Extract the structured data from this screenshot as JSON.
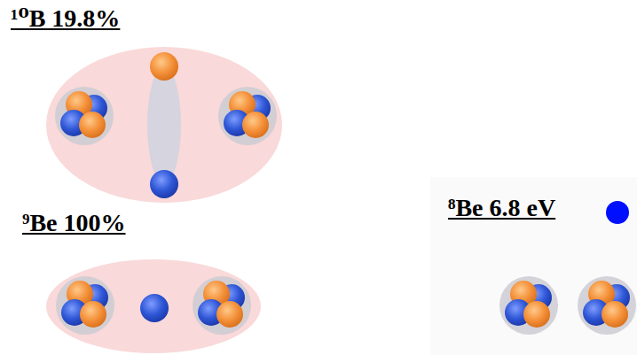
{
  "diagram": {
    "nodes": [
      {
        "text": [
          "¹⁰B 19.8%"
        ]
      },
      {
        "text": [
          "⁹Be 100%"
        ]
      }
    ],
    "labels": [
      "⁸Be 6.8 eV"
    ]
  }
}
